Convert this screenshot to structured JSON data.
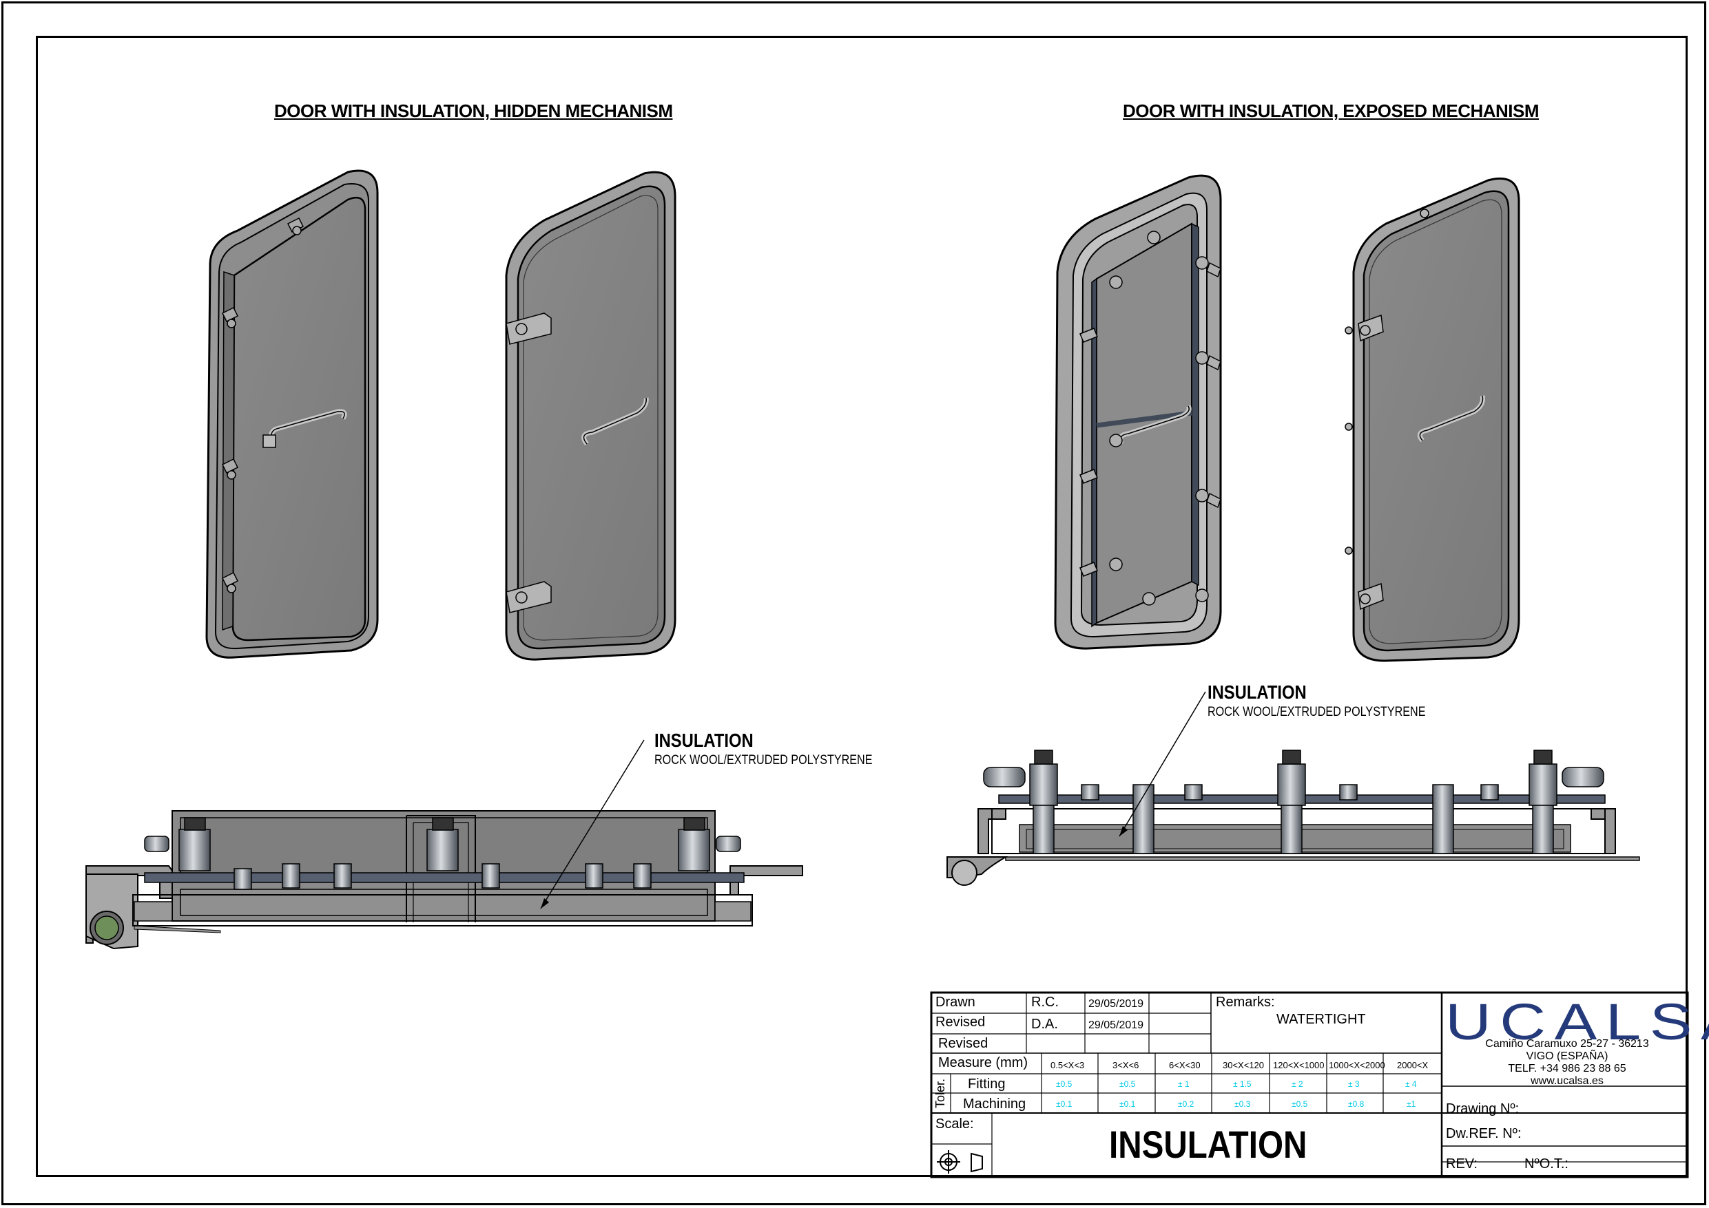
{
  "views": {
    "hidden_title": "DOOR WITH INSULATION, HIDDEN MECHANISM",
    "exposed_title": "DOOR WITH INSULATION, EXPOSED MECHANISM"
  },
  "callouts": [
    {
      "label": "INSULATION",
      "sub": "ROCK WOOL/EXTRUDED POLYSTYRENE"
    },
    {
      "label": "INSULATION",
      "sub": "ROCK WOOL/EXTRUDED POLYSTYRENE"
    }
  ],
  "title_block": {
    "drawn_label": "Drawn",
    "drawn_by": "R.C.",
    "drawn_date": "29/05/2019",
    "revised_label": "Revised",
    "revised_by": "D.A.",
    "revised_date": "29/05/2019",
    "revised2_label": "Revised",
    "remarks_label": "Remarks:",
    "remarks_value": "WATERTIGHT",
    "measure_label": "Measure (mm)",
    "ranges": [
      "0.5<X<3",
      "3<X<6",
      "6<X<30",
      "30<X<120",
      "120<X<1000",
      "1000<X<2000",
      "2000<X"
    ],
    "toler_label": "Toler.",
    "fitting_label": "Fitting",
    "fitting_values": [
      "±0.5",
      "±0.5",
      "± 1",
      "± 1.5",
      "± 2",
      "± 3",
      "± 4"
    ],
    "machining_label": "Machining",
    "machining_values": [
      "±0.1",
      "±0.1",
      "±0.2",
      "±0.3",
      "±0.5",
      "±0.8",
      "±1"
    ],
    "scale_label": "Scale:",
    "drawing_title": "INSULATION",
    "company": {
      "logo": "UCALSA",
      "address1": "Camiño Caramuxo 25-27 - 36213",
      "address2": "VIGO (ESPAÑA)",
      "phone": "TELF. +34 986 23 88 65",
      "web": "www.ucalsa.es"
    },
    "drawing_no_label": "Drawing Nº:",
    "dwref_label": "Dw.REF. Nº:",
    "rev_label": "REV:",
    "ot_label": "NºO.T.:",
    "colors": {
      "logo": "#243a7a",
      "tolerance": "#00c8e6"
    }
  }
}
